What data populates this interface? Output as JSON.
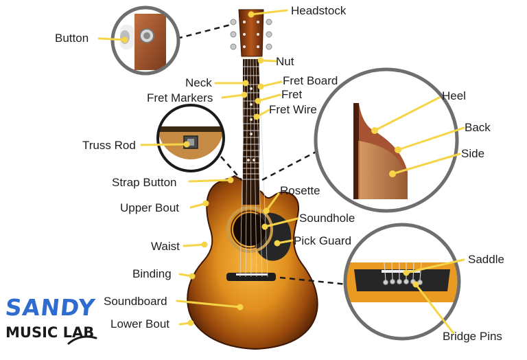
{
  "labels": {
    "headstock": "Headstock",
    "button": "Button",
    "nut": "Nut",
    "neck": "Neck",
    "fret_board": "Fret Board",
    "fret_markers": "Fret Markers",
    "fret": "Fret",
    "fret_wire": "Fret Wire",
    "heel": "Heel",
    "back": "Back",
    "side": "Side",
    "truss_rod": "Truss Rod",
    "strap_button": "Strap Button",
    "rosette": "Rosette",
    "upper_bout": "Upper Bout",
    "soundhole": "Soundhole",
    "pick_guard": "Pick Guard",
    "waist": "Waist",
    "saddle": "Saddle",
    "binding": "Binding",
    "soundboard": "Soundboard",
    "lower_bout": "Lower Bout",
    "bridge_pins": "Bridge Pins"
  },
  "logo": {
    "top": "SANDY",
    "bottom": "MUSIC LAB"
  },
  "colors": {
    "leader": "#f5d547",
    "dot": "#f5d547",
    "circle_border": "#6e6e6e",
    "body_light": "#f4b23a",
    "body_dark": "#5a2505",
    "pick_guard": "#262626",
    "logo_blue": "#2f6cd0"
  }
}
